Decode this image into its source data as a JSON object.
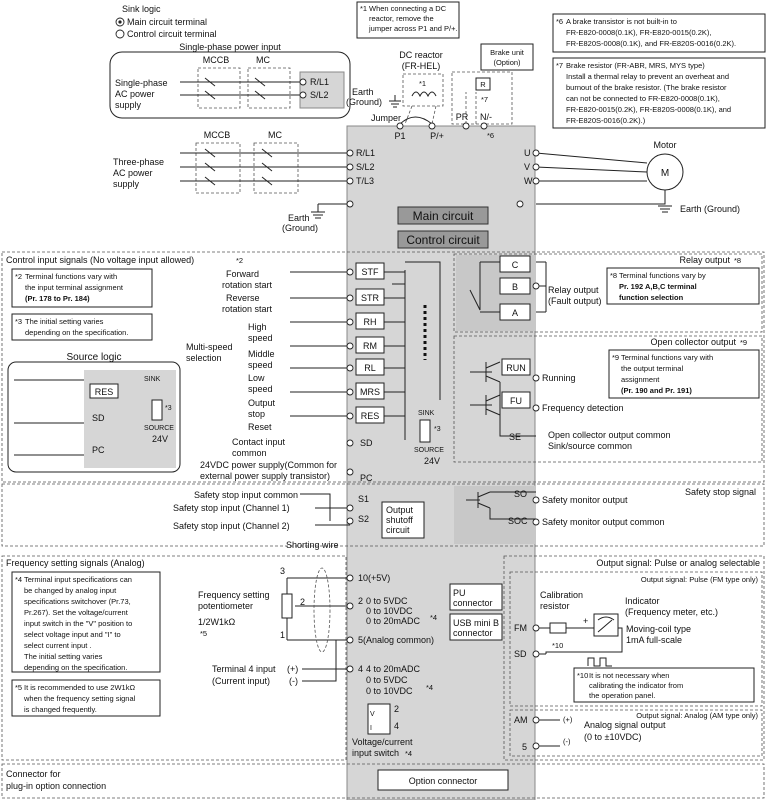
{
  "sink_logic": {
    "title": "Sink logic",
    "main": "Main circuit terminal",
    "control": "Control circuit terminal"
  },
  "single_phase": {
    "title": "Single-phase power input",
    "mccb": "MCCB",
    "mc": "MC",
    "label1": "Single-phase",
    "label2": "AC power",
    "label3": "supply",
    "t1": "R/L1",
    "t2": "S/L2",
    "earth1": "Earth",
    "earth2": "(Ground)"
  },
  "note1": {
    "mark": "*1",
    "l1": "When connecting a DC",
    "l2": "reactor, remove the",
    "l3": "jumper across P1 and P/+."
  },
  "dc_reactor": {
    "l1": "DC reactor",
    "l2": "(FR-HEL)",
    "mark": "*1"
  },
  "brake_unit": {
    "l1": "Brake unit",
    "l2": "(Option)",
    "r": "R",
    "mark7": "*7",
    "mark6": "*6"
  },
  "note6": {
    "mark": "*6",
    "l1": "A brake transistor is not built-in to",
    "l2": "FR-E820-0008(0.1K), FR-E820-0015(0.2K),",
    "l3": "FR-E820S-0008(0.1K), and FR-E820S-0016(0.2K)."
  },
  "note7": {
    "mark": "*7",
    "l1": "Brake resistor (FR-ABR, MRS, MYS type)",
    "l2": "Install a thermal relay to prevent an overheat and",
    "l3": "burnout of the brake resistor. (The brake resistor",
    "l4": "can not be connected to FR-E820-0008(0.1K),",
    "l5": "FR-E820-0015(0.2K), FR-E820S-0008(0.1K), and",
    "l6": "FR-E820S-0016(0.2K).)"
  },
  "jumper": {
    "label": "Jumper",
    "p1": "P1",
    "pplus": "P/+",
    "pr": "PR",
    "nminus": "N/-"
  },
  "three_phase": {
    "mccb": "MCCB",
    "mc": "MC",
    "l1": "Three-phase",
    "l2": "AC power",
    "l3": "supply",
    "t1": "R/L1",
    "t2": "S/L2",
    "t3": "T/L3",
    "earth1": "Earth",
    "earth2": "(Ground)"
  },
  "motor": {
    "label": "Motor",
    "m": "M",
    "u": "U",
    "v": "V",
    "w": "W",
    "earth": "Earth (Ground)"
  },
  "main_circuit": "Main circuit",
  "control_circuit": "Control circuit",
  "control_input": {
    "title": "Control input signals (No voltage input allowed)",
    "title_mark": "*2",
    "note2": {
      "mark": "*2",
      "l1": "Terminal functions vary with",
      "l2": "the input terminal assignment",
      "l3": "(Pr. 178 to Pr. 184)"
    },
    "note3": {
      "mark": "*3",
      "l1": "The initial setting varies",
      "l2": "depending on the specification."
    },
    "forward1": "Forward",
    "forward2": "rotation start",
    "reverse1": "Reverse",
    "reverse2": "rotation start",
    "high1": "High",
    "high2": "speed",
    "multi1": "Multi-speed",
    "multi2": "selection",
    "middle1": "Middle",
    "middle2": "speed",
    "low1": "Low",
    "low2": "speed",
    "out1": "Output",
    "out2": "stop",
    "reset": "Reset",
    "contact1": "Contact input",
    "contact2": "common",
    "pwr1": "24VDC power supply(Common for",
    "pwr2": "external power supply transistor)",
    "terminals": [
      "STF",
      "STR",
      "RH",
      "RM",
      "RL",
      "MRS",
      "RES"
    ],
    "sd": "SD",
    "pc": "PC",
    "sink": "SINK",
    "source": "SOURCE",
    "v24": "24V",
    "mark3": "*3"
  },
  "source_logic": {
    "title": "Source logic",
    "res": "RES",
    "sd": "SD",
    "pc": "PC",
    "sink": "SINK",
    "source": "SOURCE",
    "v24": "24V",
    "mark3": "*3"
  },
  "relay_output": {
    "title": "Relay output",
    "mark": "*8",
    "c": "C",
    "b": "B",
    "a": "A",
    "l1": "Relay output",
    "l2": "(Fault output)",
    "note": {
      "mark": "*8",
      "l1": "Terminal functions vary by",
      "l2": "Pr. 192 A,B,C terminal",
      "l3": "function selection"
    }
  },
  "open_collector": {
    "title": "Open collector output",
    "mark": "*9",
    "run": "RUN",
    "fu": "FU",
    "se": "SE",
    "running": "Running",
    "freq": "Frequency detection",
    "common1": "Open collector output common",
    "common2": "Sink/source common",
    "note": {
      "mark": "*9",
      "l1": "Terminal functions vary with",
      "l2": "the output terminal",
      "l3": "assignment",
      "l4": "(Pr. 190 and Pr. 191)"
    }
  },
  "safety": {
    "title": "Safety stop signal",
    "common": "Safety stop input common",
    "ch1": "Safety stop input (Channel 1)",
    "ch2": "Safety stop input (Channel 2)",
    "s1": "S1",
    "s2": "S2",
    "pc": "PC",
    "out1": "Output",
    "out2": "shutoff",
    "out3": "circuit",
    "shorting": "Shorting wire",
    "so": "SO",
    "soc": "SOC",
    "so_label": "Safety monitor output",
    "soc_label": "Safety monitor output common"
  },
  "freq_setting": {
    "title": "Frequency setting signals (Analog)",
    "note4": {
      "mark": "*4",
      "l1": "Terminal input specifications can",
      "l2": "be changed by analog input",
      "l3": "specifications switchover (Pr.73,",
      "l4": "Pr.267). Set the voltage/current",
      "l5": "input switch in the \"V\" position to",
      "l6": "select voltage input  and \"I\" to",
      "l7": "select current input .",
      "l8": "The initial setting varies",
      "l9": "depending on the specification."
    },
    "note5": {
      "mark": "*5",
      "l1": "It is recommended to use 2W1kΩ",
      "l2": "when the frequency setting signal",
      "l3": "is changed frequently."
    },
    "pot1": "Frequency setting",
    "pot2": "potentiometer",
    "pot3": "1/2W1kΩ",
    "pot_mark": "*5",
    "n3": "3",
    "n2": "2",
    "n1": "1",
    "t10": "10(+5V)",
    "t2a": "2",
    "t2b": "0 to 5VDC",
    "t2c": "0 to 10VDC",
    "t2d": "0 to 20mADC",
    "t2mark": "*4",
    "t5": "5(Analog common)",
    "t4_label1": "Terminal 4 input",
    "t4_label2": "(Current input)",
    "plus": "(+)",
    "minus": "(-)",
    "t4a": "4",
    "t4b": "4 to 20mADC",
    "t4c": "0 to 5VDC",
    "t4d": "0 to 10VDC",
    "t4mark": "*4",
    "sw_v": "V",
    "sw_i": "I",
    "sw_2": "2",
    "sw_4": "4",
    "sw_label1": "Voltage/current",
    "sw_label2": "input switch",
    "sw_mark": "*4"
  },
  "pu": {
    "l1": "PU",
    "l2": "connector"
  },
  "usb": {
    "l1": "USB mini B",
    "l2": "connector"
  },
  "output_signal": {
    "title": "Output signal: Pulse or analog selectable",
    "pulse_title": "Output signal: Pulse (FM type only)",
    "calib1": "Calibration",
    "calib2": "resistor",
    "mark10": "*10",
    "ind1": "Indicator",
    "ind2": "(Frequency meter, etc.)",
    "plus": "+",
    "minus": "-",
    "coil1": "Moving-coil type",
    "coil2": "1mA full-scale",
    "fm": "FM",
    "sd": "SD",
    "note10": {
      "mark": "*10",
      "l1": "It is not necessary when",
      "l2": "calibrating the indicator from",
      "l3": "the operation panel."
    },
    "analog_title": "Output signal: Analog (AM type only)",
    "am": "AM",
    "five": "5",
    "ap": "(+)",
    "am_minus": "(-)",
    "am_l1": "Analog signal output",
    "am_l2": "(0 to ±10VDC)"
  },
  "connector": {
    "l1": "Connector for",
    "l2": "plug-in option connection",
    "option": "Option connector"
  },
  "earth_icon": "⏚"
}
